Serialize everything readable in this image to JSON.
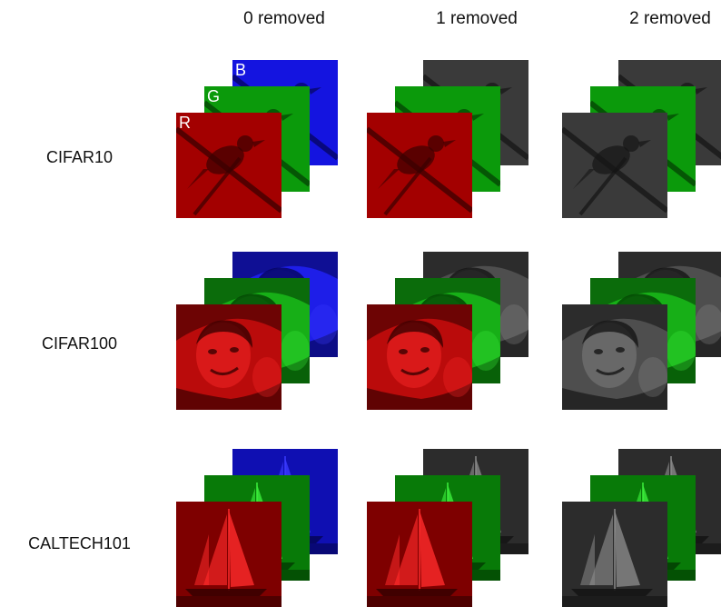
{
  "columns": [
    {
      "key": "r0",
      "label": "0 removed"
    },
    {
      "key": "r1",
      "label": "1 removed"
    },
    {
      "key": "r2",
      "label": "2 removed"
    }
  ],
  "rows": [
    {
      "key": "cifar10",
      "label": "CIFAR10",
      "subject": "bird-on-branch"
    },
    {
      "key": "cifar100",
      "label": "CIFAR100",
      "subject": "face"
    },
    {
      "key": "caltech101",
      "label": "CALTECH101",
      "subject": "sailboat"
    }
  ],
  "channel_letters": {
    "r": "R",
    "g": "G",
    "b": "B"
  },
  "channel_colors": {
    "red": "#b00000",
    "green": "#0fa00f",
    "blue": "#1010e6",
    "removed": "#3a3a3a"
  },
  "removed_channels": {
    "r0": [],
    "r1": [
      "b"
    ],
    "r2": [
      "b",
      "r"
    ]
  }
}
